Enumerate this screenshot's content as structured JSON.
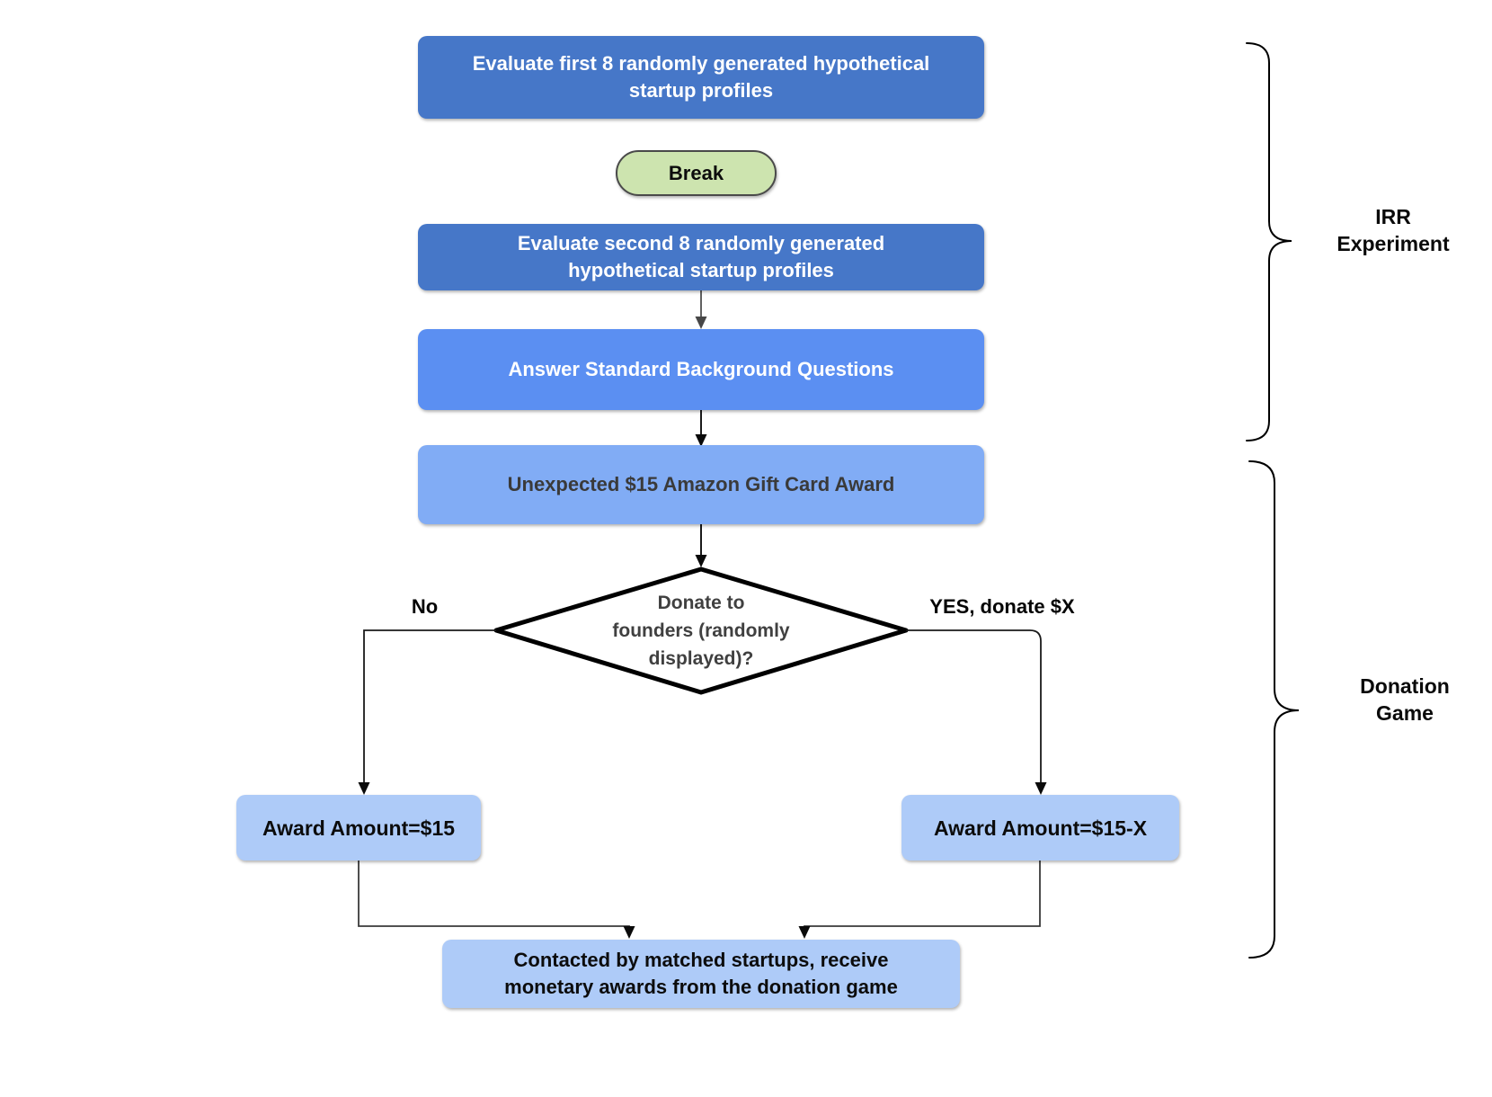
{
  "diagram": {
    "title_context": "Experiment flowchart",
    "nodes": {
      "step1": {
        "lines": [
          "Evaluate first 8 randomly generated hypothetical",
          "startup profiles"
        ],
        "full_text": "Evaluate first 8 randomly generated hypothetical startup profiles"
      },
      "break_oval": {
        "label": "Break"
      },
      "step2": {
        "lines": [
          "Evaluate second 8 randomly generated",
          "hypothetical startup profiles"
        ],
        "full_text": "Evaluate second 8 randomly generated hypothetical startup profiles"
      },
      "step3": {
        "label": "Answer Standard Background Questions"
      },
      "step4": {
        "label": "Unexpected $15 Amazon Gift Card Award"
      },
      "decision": {
        "lines": [
          "Donate to",
          "founders (randomly",
          "displayed)?"
        ],
        "full_text": "Donate to founders (randomly displayed)?"
      },
      "award_no": {
        "label": "Award Amount=$15"
      },
      "award_yes": {
        "label": "Award Amount=$15-X"
      },
      "final": {
        "lines": [
          "Contacted by matched startups, receive",
          "monetary awards from the donation game"
        ],
        "full_text": "Contacted by matched startups, receive monetary awards from the donation game"
      }
    },
    "edge_labels": {
      "no": "No",
      "yes": "YES, donate $X"
    },
    "brackets": {
      "irr": {
        "lines": [
          "IRR",
          "Experiment"
        ],
        "full_text": "IRR Experiment"
      },
      "donation": {
        "lines": [
          "Donation",
          "Game"
        ],
        "full_text": "Donation Game"
      }
    },
    "colors": {
      "box_dark_blue": "#4677C8",
      "box_mid_blue": "#5B8FF2",
      "box_soft_blue": "#81ACF5",
      "box_light_blue": "#AECBF8",
      "break_green": "#CDE4AF",
      "break_border": "#4A4A4A",
      "diamond_border": "#000000",
      "diamond_fill": "#FFFFFF",
      "arrow_gray": "#616161",
      "arrow_black": "#1A1A1A",
      "text_white": "#FFFFFF",
      "text_dark_gray": "#3A3A3A",
      "text_black": "#0C0C0C"
    }
  }
}
